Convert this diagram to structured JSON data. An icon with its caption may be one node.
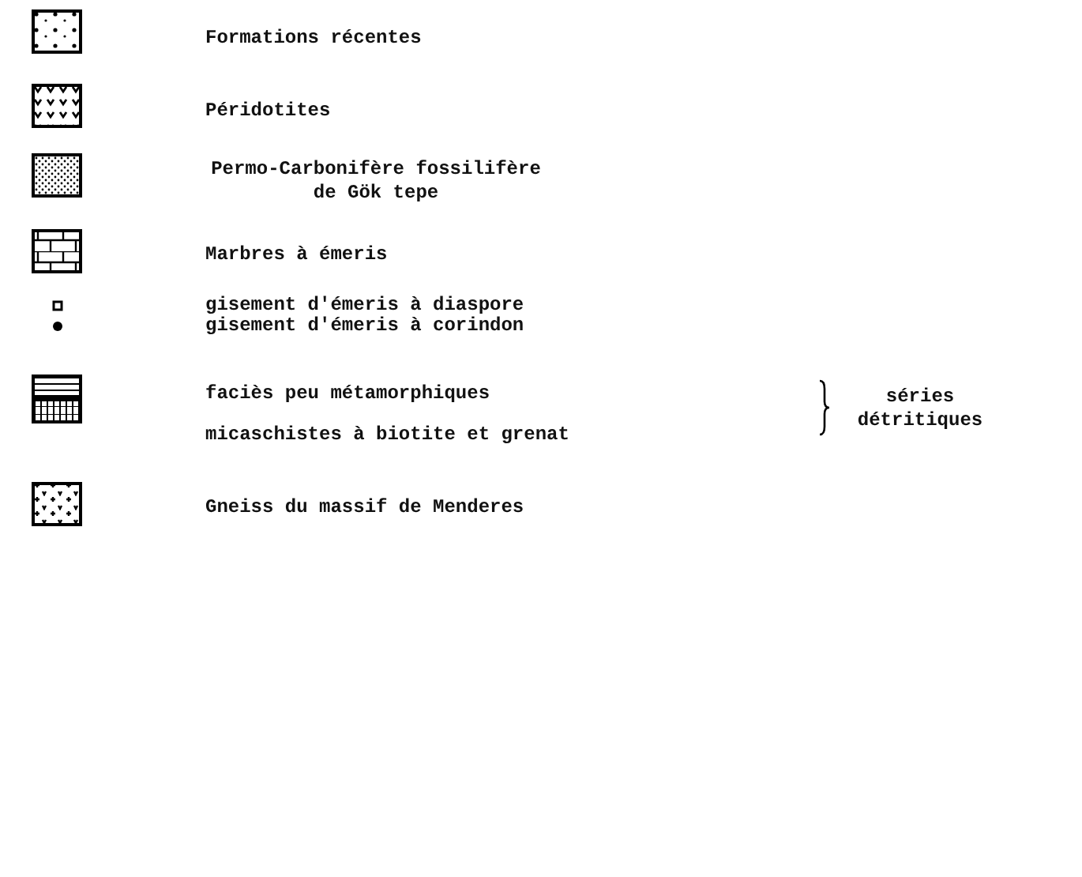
{
  "diagram": {
    "legend": [
      {
        "text": "Formations récentes"
      },
      {
        "text": "Péridotites"
      },
      {
        "text": "Permo-Carbonifère fossilifère de Gök tepe"
      },
      {
        "text": "Marbres à émeris"
      },
      {
        "text": "gisement d'émeris à diaspore"
      },
      {
        "text": "gisement d'émeris à corindon"
      },
      {
        "text": "faciès peu métamorphiques"
      },
      {
        "text": "micaschistes à biotite et grenat"
      },
      {
        "text": "Gneiss du massif de Menderes"
      }
    ],
    "labels": [
      "séries détritiques"
    ]
  }
}
